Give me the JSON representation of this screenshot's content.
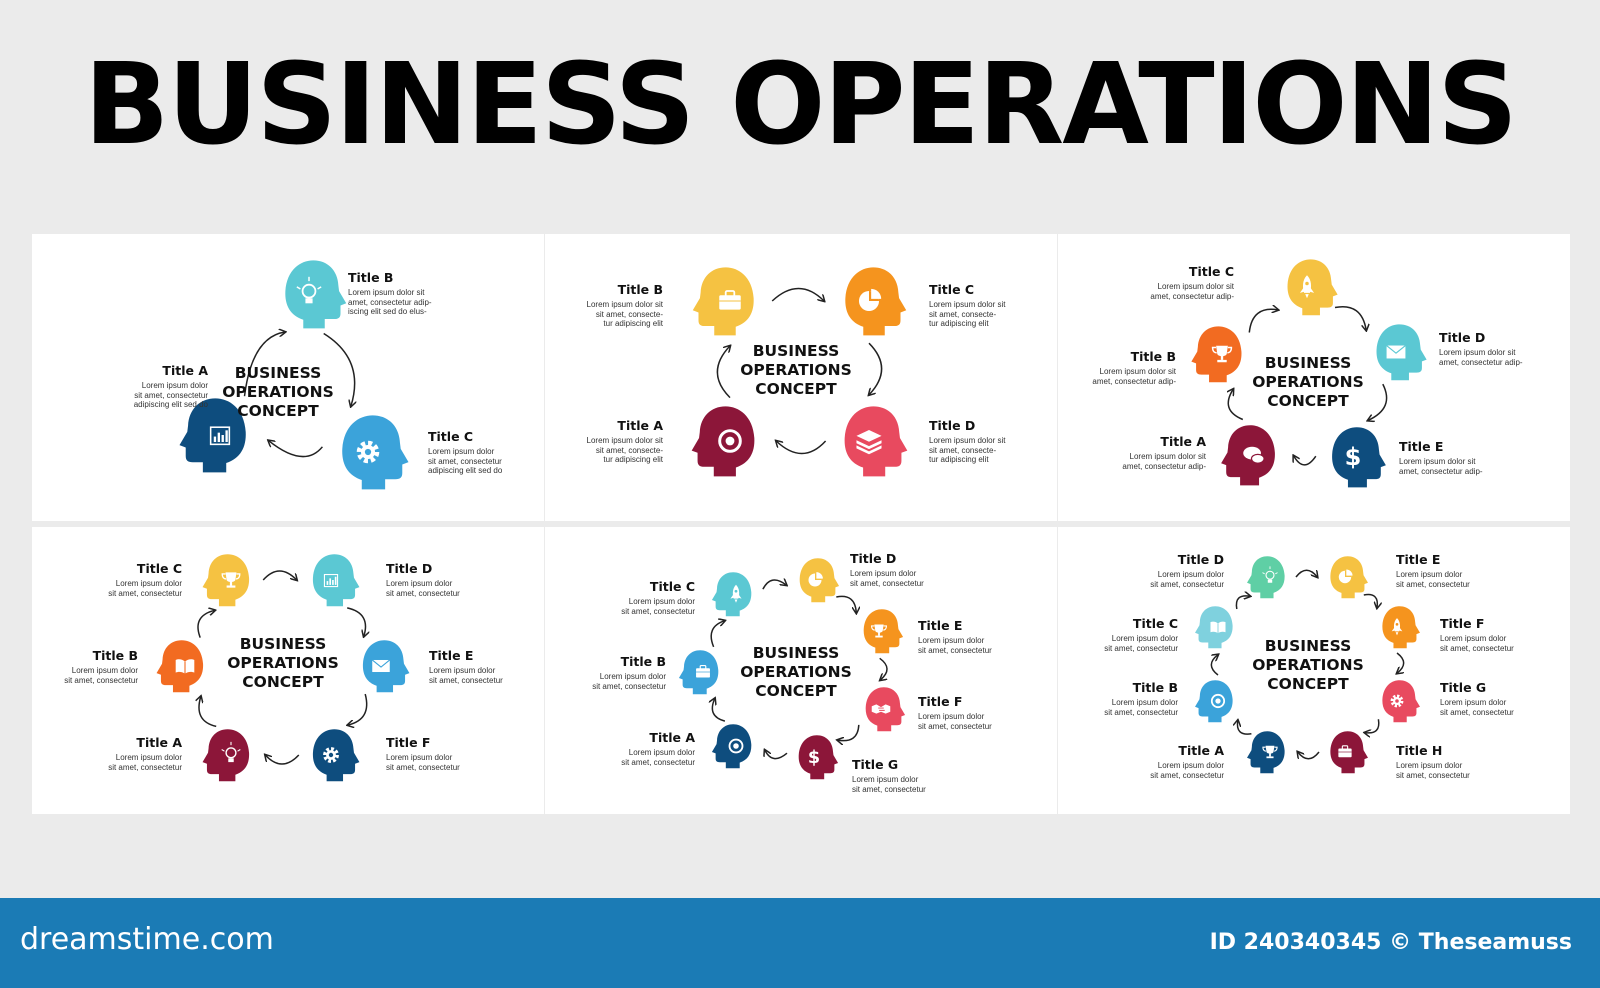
{
  "title": "BUSINESS OPERATIONS",
  "footer": {
    "logo": "dreamstime.com",
    "id_text": "ID 240340345 © Theseamuss"
  },
  "body_text": {
    "p1": [
      "Lorem ipsum dolor",
      "sit amet, consectetur",
      "adipiscing elit sed do"
    ],
    "p2": [
      "Lorem ipsum dolor sit",
      "sit amet, consecte-",
      "tur adipiscing elit"
    ],
    "p3": [
      "Lorem ipsum dolor sit",
      "amet, consectetur adip-"
    ],
    "p4": [
      "Lorem ipsum dolor",
      "sit amet, consectetur"
    ]
  },
  "panels": [
    {
      "center": [
        "BUSINESS",
        "OPERATIONS",
        "CONCEPT"
      ],
      "nodes": [
        {
          "label": "Title A",
          "color": "#0e4d7e",
          "icon": "bar-chart-icon",
          "text": [
            "Lorem ipsum dolor",
            "sit amet, consectetur",
            "adipiscing elit sed do"
          ]
        },
        {
          "label": "Title B",
          "color": "#5bc8d3",
          "icon": "lightbulb-icon",
          "text": [
            "Lorem ipsum dolor sit",
            "amet, consectetur adip-",
            "iscing elit sed do elus-"
          ]
        },
        {
          "label": "Title C",
          "color": "#3ba3da",
          "icon": "gear-icon",
          "text": [
            "Lorem ipsum dolor",
            "sit amet, consectetur",
            "adipiscing elit sed do"
          ]
        }
      ]
    },
    {
      "center": [
        "BUSINESS",
        "OPERATIONS",
        "CONCEPT"
      ],
      "nodes": [
        {
          "label": "Title A",
          "color": "#8c1639",
          "icon": "target-icon",
          "text": [
            "Lorem ipsum dolor sit",
            "sit amet, consecte-",
            "tur adipiscing elit"
          ]
        },
        {
          "label": "Title B",
          "color": "#f5c242",
          "icon": "briefcase-icon",
          "text": [
            "Lorem ipsum dolor sit",
            "sit amet, consecte-",
            "tur adipiscing elit"
          ]
        },
        {
          "label": "Title C",
          "color": "#f5941e",
          "icon": "pie-chart-icon",
          "text": [
            "Lorem ipsum dolor sit",
            "sit amet, consecte-",
            "tur adipiscing elit"
          ]
        },
        {
          "label": "Title D",
          "color": "#e84a5f",
          "icon": "layers-icon",
          "text": [
            "Lorem ipsum dolor sit",
            "sit amet, consecte-",
            "tur adipiscing elit"
          ]
        }
      ]
    },
    {
      "center": [
        "BUSINESS",
        "OPERATIONS",
        "CONCEPT"
      ],
      "nodes": [
        {
          "label": "Title A",
          "color": "#8c1639",
          "icon": "chat-icon",
          "text": [
            "Lorem ipsum dolor sit",
            "amet, consectetur adip-"
          ]
        },
        {
          "label": "Title B",
          "color": "#f26b21",
          "icon": "trophy-icon",
          "text": [
            "Lorem ipsum dolor sit",
            "amet, consectetur adip-"
          ]
        },
        {
          "label": "Title C",
          "color": "#f5c242",
          "icon": "rocket-icon",
          "text": [
            "Lorem ipsum dolor sit",
            "amet, consectetur adip-"
          ]
        },
        {
          "label": "Title D",
          "color": "#5bc8d3",
          "icon": "envelope-icon",
          "text": [
            "Lorem ipsum dolor sit",
            "amet, consectetur adip-"
          ]
        },
        {
          "label": "Title E",
          "color": "#0e4d7e",
          "icon": "dollar-icon",
          "text": [
            "Lorem ipsum dolor sit",
            "amet, consectetur adip-"
          ]
        }
      ]
    },
    {
      "center": [
        "BUSINESS",
        "OPERATIONS",
        "CONCEPT"
      ],
      "nodes": [
        {
          "label": "Title A",
          "color": "#8c1639",
          "icon": "lightbulb-icon",
          "text": [
            "Lorem ipsum dolor",
            "sit amet, consectetur"
          ]
        },
        {
          "label": "Title B",
          "color": "#f26b21",
          "icon": "book-icon",
          "text": [
            "Lorem ipsum dolor",
            "sit amet, consectetur"
          ]
        },
        {
          "label": "Title C",
          "color": "#f5c242",
          "icon": "trophy-icon",
          "text": [
            "Lorem ipsum dolor",
            "sit amet, consectetur"
          ]
        },
        {
          "label": "Title D",
          "color": "#5bc8d3",
          "icon": "bar-chart-icon",
          "text": [
            "Lorem ipsum dolor",
            "sit amet, consectetur"
          ]
        },
        {
          "label": "Title E",
          "color": "#3ba3da",
          "icon": "envelope-icon",
          "text": [
            "Lorem ipsum dolor",
            "sit amet, consectetur"
          ]
        },
        {
          "label": "Title F",
          "color": "#0e4d7e",
          "icon": "gear-icon",
          "text": [
            "Lorem ipsum dolor",
            "sit amet, consectetur"
          ]
        }
      ]
    },
    {
      "center": [
        "BUSINESS",
        "OPERATIONS",
        "CONCEPT"
      ],
      "nodes": [
        {
          "label": "Title A",
          "color": "#0e4d7e",
          "icon": "target-icon",
          "text": [
            "Lorem ipsum dolor",
            "sit amet, consectetur"
          ]
        },
        {
          "label": "Title B",
          "color": "#3ba3da",
          "icon": "briefcase-icon",
          "text": [
            "Lorem ipsum dolor",
            "sit amet, consectetur"
          ]
        },
        {
          "label": "Title C",
          "color": "#5bc8d3",
          "icon": "rocket-icon",
          "text": [
            "Lorem ipsum dolor",
            "sit amet, consectetur"
          ]
        },
        {
          "label": "Title D",
          "color": "#f5c242",
          "icon": "pie-chart-icon",
          "text": [
            "Lorem ipsum dolor",
            "sit amet, consectetur"
          ]
        },
        {
          "label": "Title E",
          "color": "#f5941e",
          "icon": "trophy-icon",
          "text": [
            "Lorem ipsum dolor",
            "sit amet, consectetur"
          ]
        },
        {
          "label": "Title F",
          "color": "#e84a5f",
          "icon": "handshake-icon",
          "text": [
            "Lorem ipsum dolor",
            "sit amet, consectetur"
          ]
        },
        {
          "label": "Title G",
          "color": "#8c1639",
          "icon": "dollar-icon",
          "text": [
            "Lorem ipsum dolor",
            "sit amet, consectetur"
          ]
        }
      ]
    },
    {
      "center": [
        "BUSINESS",
        "OPERATIONS",
        "CONCEPT"
      ],
      "nodes": [
        {
          "label": "Title A",
          "color": "#0e4d7e",
          "icon": "trophy-icon",
          "text": [
            "Lorem ipsum dolor",
            "sit amet, consectetur"
          ]
        },
        {
          "label": "Title B",
          "color": "#3ba3da",
          "icon": "target-icon",
          "text": [
            "Lorem ipsum dolor",
            "sit amet, consectetur"
          ]
        },
        {
          "label": "Title C",
          "color": "#7fd1de",
          "icon": "book-icon",
          "text": [
            "Lorem ipsum dolor",
            "sit amet, consectetur"
          ]
        },
        {
          "label": "Title D",
          "color": "#5fcfa5",
          "icon": "lightbulb-icon",
          "text": [
            "Lorem ipsum dolor",
            "sit amet, consectetur"
          ]
        },
        {
          "label": "Title E",
          "color": "#f5c242",
          "icon": "pie-chart-icon",
          "text": [
            "Lorem ipsum dolor",
            "sit amet, consectetur"
          ]
        },
        {
          "label": "Title F",
          "color": "#f5941e",
          "icon": "rocket-icon",
          "text": [
            "Lorem ipsum dolor",
            "sit amet, consectetur"
          ]
        },
        {
          "label": "Title G",
          "color": "#e84a5f",
          "icon": "gear-icon",
          "text": [
            "Lorem ipsum dolor",
            "sit amet, consectetur"
          ]
        },
        {
          "label": "Title H",
          "color": "#8c1639",
          "icon": "briefcase-icon",
          "text": [
            "Lorem ipsum dolor",
            "sit amet, consectetur"
          ]
        }
      ]
    }
  ]
}
